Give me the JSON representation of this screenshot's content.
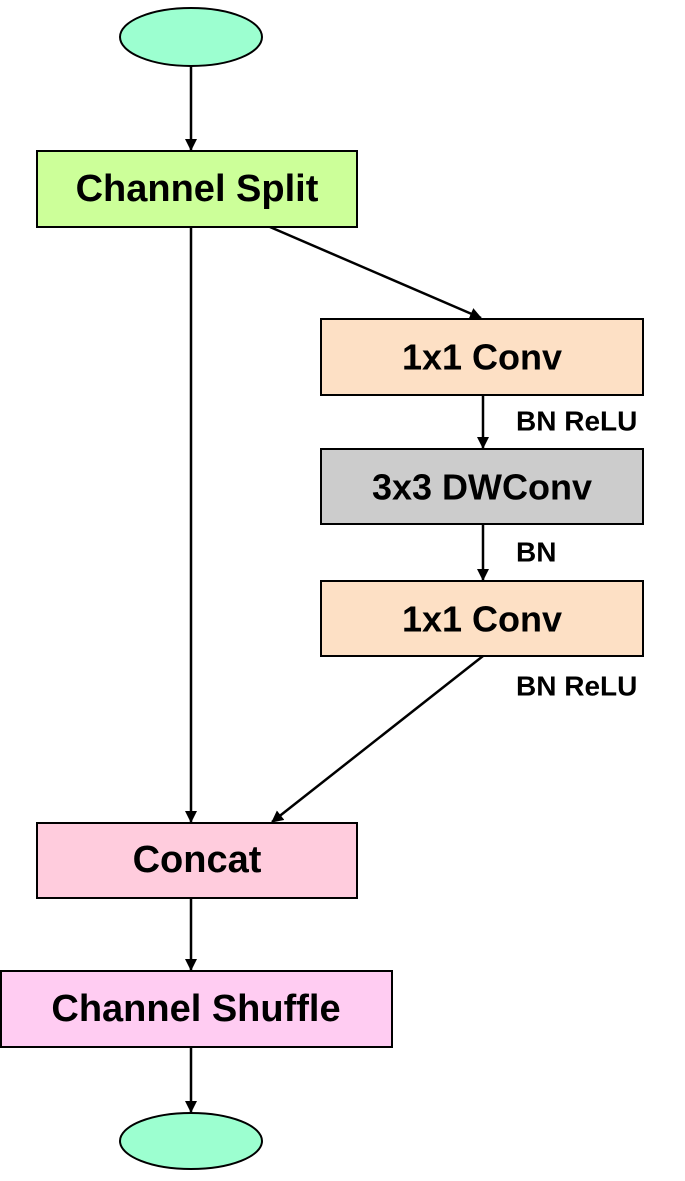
{
  "nodes": {
    "start": {
      "label": "",
      "color": "#9cffd0"
    },
    "channel_split": {
      "label": "Channel Split",
      "color": "#ccff99"
    },
    "conv1": {
      "label": "1x1 Conv",
      "color": "#fde0c5"
    },
    "dwconv": {
      "label": "3x3 DWConv",
      "color": "#cccccc"
    },
    "conv2": {
      "label": "1x1 Conv",
      "color": "#fde0c5"
    },
    "concat": {
      "label": "Concat",
      "color": "#ffccdd"
    },
    "channel_shuffle": {
      "label": "Channel Shuffle",
      "color": "#ffccf2"
    },
    "end": {
      "label": "",
      "color": "#9cffd0"
    }
  },
  "edge_labels": {
    "after_conv1": "BN ReLU",
    "after_dwconv": "BN",
    "after_conv2": "BN ReLU"
  }
}
